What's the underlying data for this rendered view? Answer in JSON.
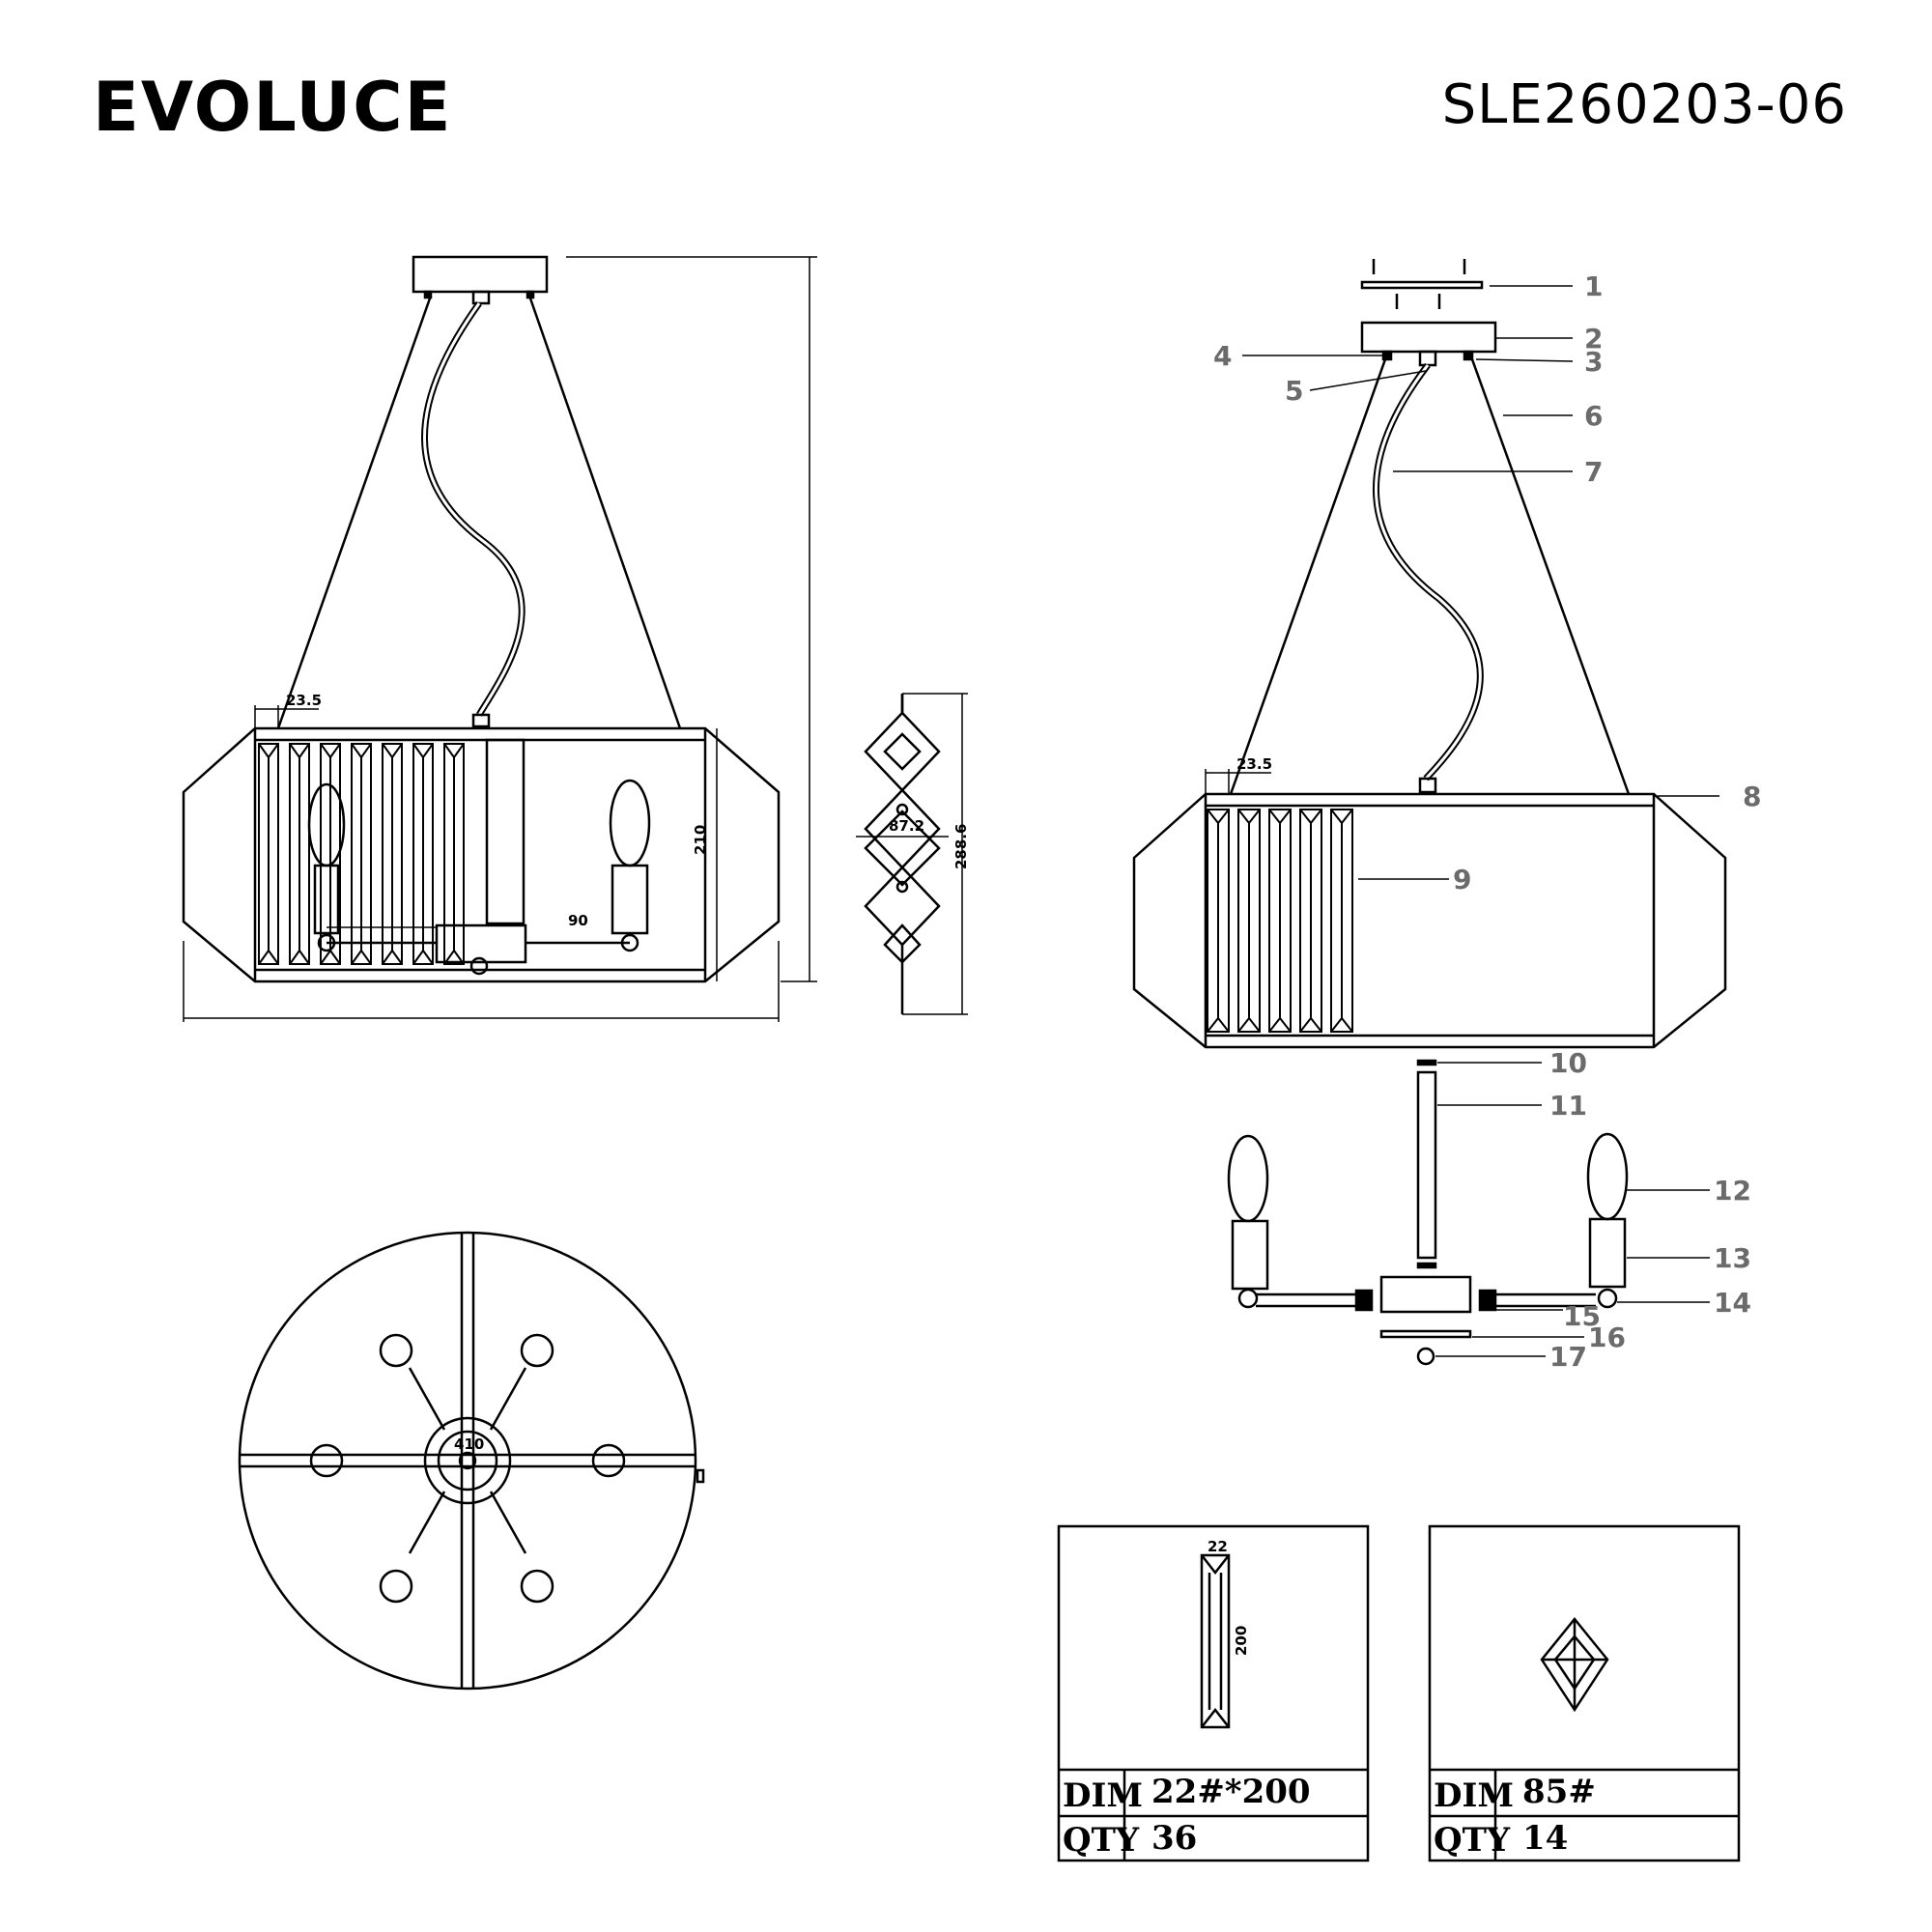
{
  "header": {
    "brand": "EVOLUCE",
    "model": "SLE260203-06"
  },
  "dimensions": {
    "crystal_pitch": "23.5",
    "crystal_pitch_exploded": "23.5",
    "frame_height": "210",
    "arm_length": "90",
    "diamond_width": "87.2",
    "diamond_height": "288.6",
    "canopy_diameter": "410",
    "prism_width": "22",
    "prism_length": "200"
  },
  "callouts": [
    "1",
    "2",
    "3",
    "4",
    "5",
    "6",
    "7",
    "8",
    "9",
    "10",
    "11",
    "12",
    "13",
    "14",
    "15",
    "16",
    "17"
  ],
  "parts_tables": [
    {
      "dim_label": "DIM",
      "dim_value": "22#*200",
      "qty_label": "QTY",
      "qty_value": "36"
    },
    {
      "dim_label": "DIM",
      "dim_value": "85#",
      "qty_label": "QTY",
      "qty_value": "14"
    }
  ]
}
